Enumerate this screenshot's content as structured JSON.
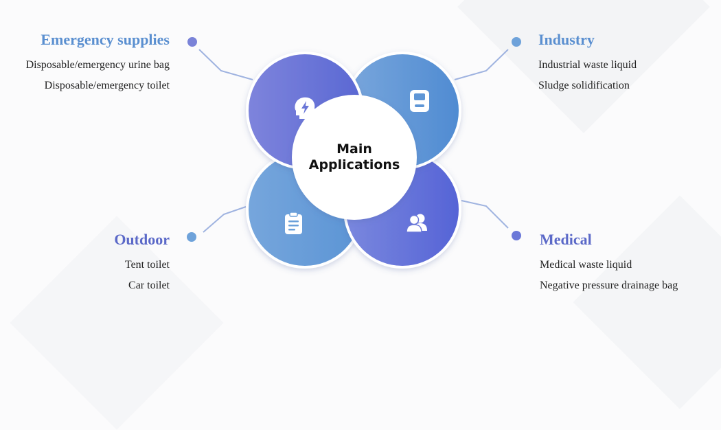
{
  "center": {
    "line1": "Main",
    "line2": "Applications"
  },
  "colors": {
    "dark_blue": "#6673d6",
    "mid_blue": "#5e92d4",
    "title_blue": "#5a8fd0",
    "title_violet": "#5b69c8",
    "connector": "#9fb3e0"
  },
  "segments": [
    {
      "id": "emergency",
      "title": "Emergency supplies",
      "items": [
        "Disposable/emergency urine bag",
        "Disposable/emergency toilet"
      ],
      "icon": "head-lightning-icon"
    },
    {
      "id": "industry",
      "title": "Industry",
      "items": [
        "Industrial waste liquid",
        "Sludge solidification"
      ],
      "icon": "container-icon"
    },
    {
      "id": "outdoor",
      "title": "Outdoor",
      "items": [
        "Tent toilet",
        "Car toilet"
      ],
      "icon": "clipboard-icon"
    },
    {
      "id": "medical",
      "title": "Medical",
      "items": [
        "Medical waste liquid",
        "Negative pressure drainage bag"
      ],
      "icon": "users-icon"
    }
  ]
}
